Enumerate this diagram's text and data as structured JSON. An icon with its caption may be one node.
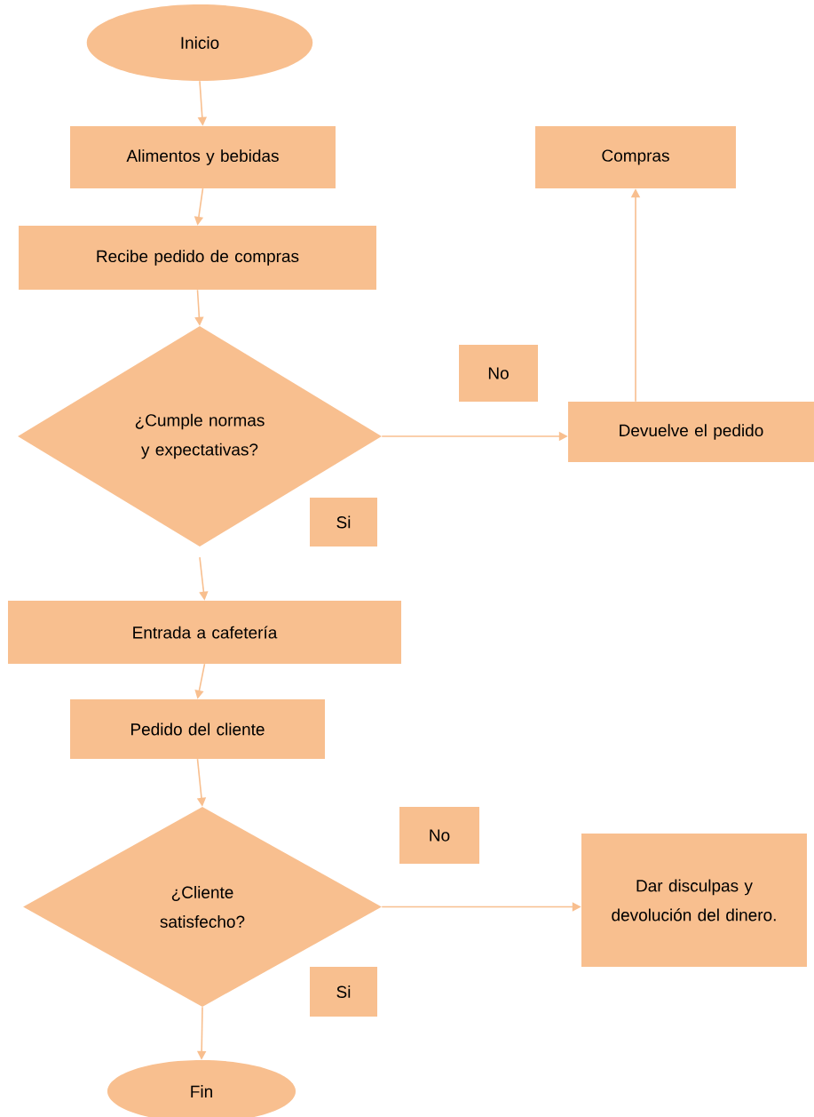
{
  "diagram": {
    "nodes": [
      {
        "text": [
          "Inicio"
        ]
      },
      {
        "text": [
          "Alimentos y bebidas"
        ]
      },
      {
        "text": [
          "Compras"
        ]
      },
      {
        "text": [
          "Recibe pedido de compras"
        ]
      },
      {
        "text": [
          "No"
        ]
      },
      {
        "text": [
          "¿Cumple normas y expectativas?"
        ]
      },
      {
        "text": [
          "Devuelve el pedido"
        ]
      },
      {
        "text": [
          "Si"
        ]
      },
      {
        "text": [
          "Entrada a cafetería"
        ]
      },
      {
        "text": [
          "Pedido del cliente"
        ]
      },
      {
        "text": [
          "No"
        ]
      },
      {
        "text": [
          "¿Cliente satisfecho?"
        ]
      },
      {
        "text": [
          "Dar disculpas y devolución del dinero."
        ]
      },
      {
        "text": [
          "Si"
        ]
      },
      {
        "text": [
          "Fin"
        ]
      }
    ],
    "edges": [
      {
        "from": 0,
        "to": 1,
        "arrow": "to"
      },
      {
        "from": 1,
        "to": 3,
        "arrow": "to"
      },
      {
        "from": 3,
        "to": 5,
        "arrow": "to"
      },
      {
        "from": 5,
        "to": 6,
        "arrow": "to"
      },
      {
        "from": 6,
        "to": 2,
        "arrow": "to"
      },
      {
        "from": 5,
        "to": 8,
        "arrow": "to"
      },
      {
        "from": 8,
        "to": 9,
        "arrow": "to"
      },
      {
        "from": 9,
        "to": 11,
        "arrow": "to"
      },
      {
        "from": 11,
        "to": 12,
        "arrow": "to"
      },
      {
        "from": 11,
        "to": 14,
        "arrow": "to"
      }
    ]
  }
}
